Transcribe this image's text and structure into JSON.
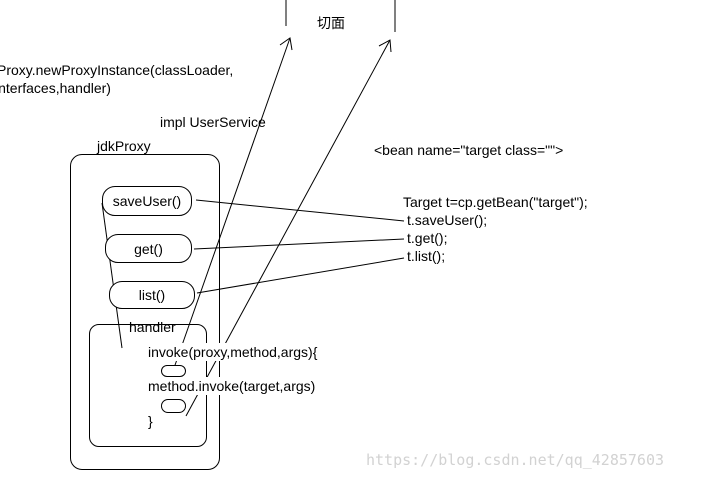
{
  "aspect_label": "切面",
  "proxy_call_line1": "Proxy.newProxyInstance(classLoader,",
  "proxy_call_line2": "interfaces,handler)",
  "impl_label": "impl UserService",
  "jdkproxy_label": "jdkProxy",
  "methods": {
    "save": "saveUser()",
    "get": "get()",
    "list": "list()"
  },
  "handler_label": "handler",
  "invoke_line1": "invoke(proxy,method,args){",
  "invoke_line2": "method.invoke(target,args)",
  "invoke_close": "}",
  "bean_xml": "<bean name=\"target class=\"\">",
  "client_code": {
    "line1": "Target t=cp.getBean(\"target\");",
    "line2": "t.saveUser();",
    "line3": "t.get();",
    "line4": "t.list();"
  },
  "watermark": "https://blog.csdn.net/qq_42857603"
}
